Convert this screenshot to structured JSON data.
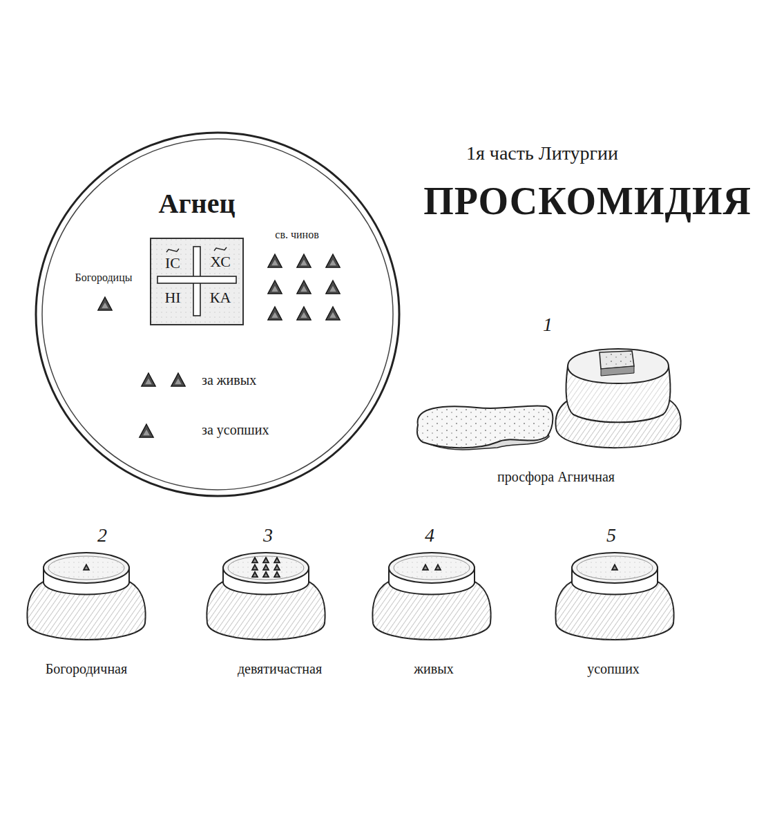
{
  "diagram": {
    "title": "ПРОСКОМИДИЯ",
    "nodes": [
      {
        "text": [
          "Богородицы",
          "св. чинов",
          "за живых",
          "за усопших"
        ]
      },
      {
        "text": [
          "Агнец",
          "ІС",
          "ХС",
          "НІ",
          "КА"
        ],
        "in": 0
      }
    ],
    "labels": [
      "1я часть Литургии",
      "1",
      "просфора Агничная",
      "2",
      "3",
      "4",
      "5",
      "Богородичная",
      "девятичастная",
      "живых",
      "усопших"
    ]
  }
}
